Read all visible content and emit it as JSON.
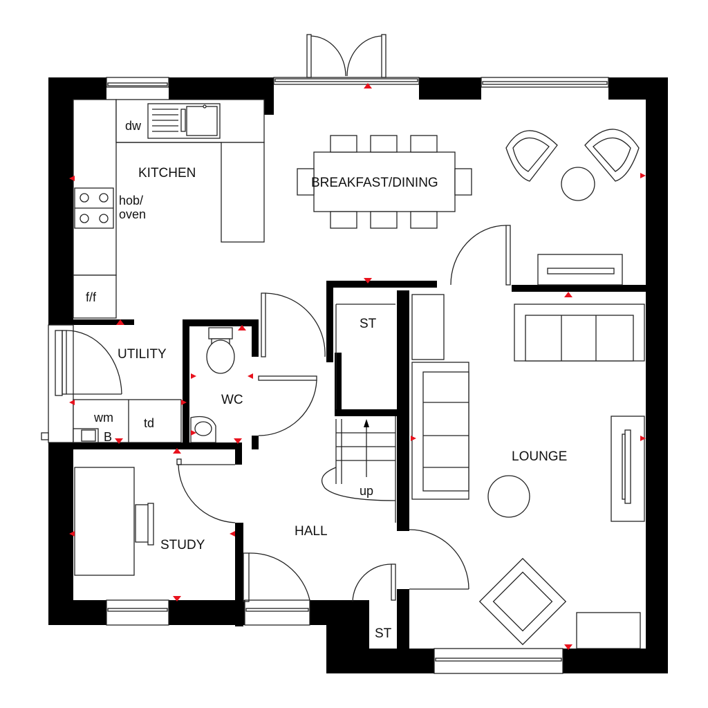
{
  "rooms": {
    "kitchen": "KITCHEN",
    "breakfast_dining": "BREAKFAST/DINING",
    "utility": "UTILITY",
    "wc": "WC",
    "lounge": "LOUNGE",
    "study": "STUDY",
    "hall": "HALL",
    "store_upper": "ST",
    "store_lower": "ST"
  },
  "fixtures": {
    "dishwasher": "dw",
    "hob_line1": "hob/",
    "hob_line2": "oven",
    "fridge_freezer": "f/f",
    "washing_machine": "wm",
    "boiler": "B",
    "tumble_dryer": "td",
    "stairs_up": "up"
  },
  "colors": {
    "wall": "#000000",
    "marker": "#e8121d",
    "line": "#222222"
  }
}
